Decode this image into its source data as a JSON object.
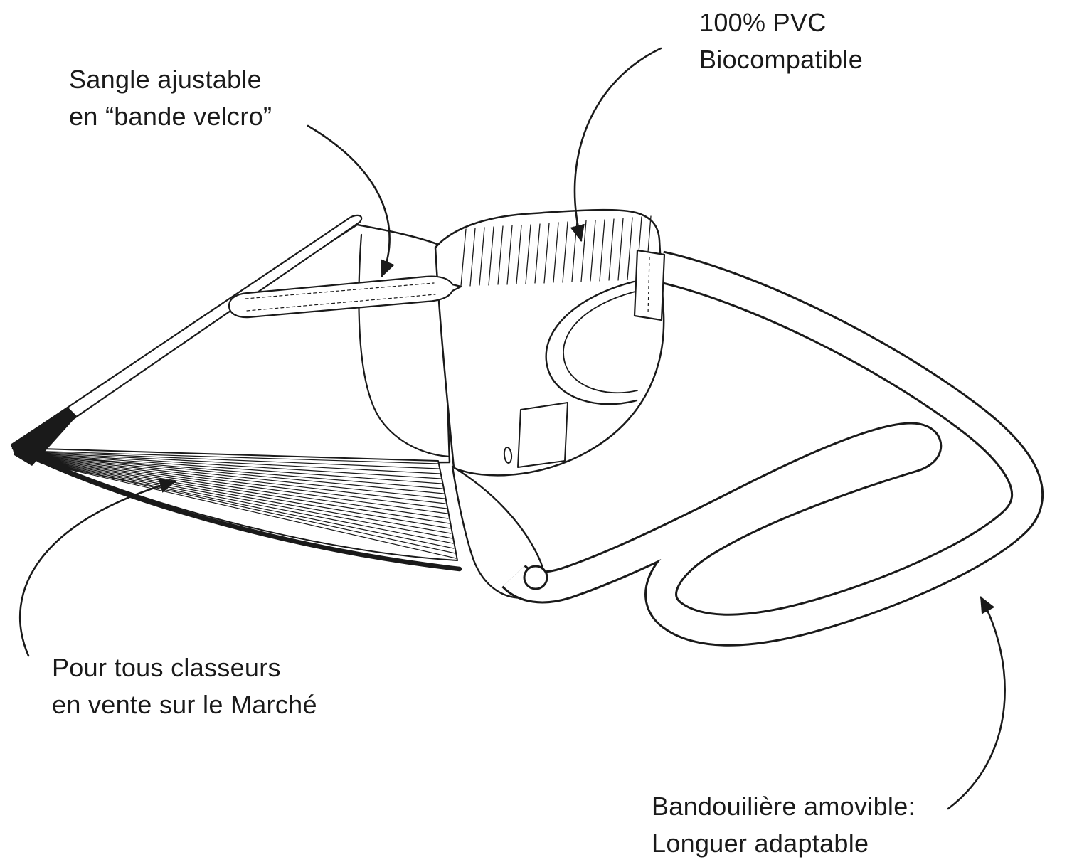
{
  "canvas": {
    "background": "#ffffff",
    "ink": "#1a1a1a"
  },
  "annotations": {
    "velcro_strap": {
      "line1": "Sangle ajustable",
      "line2": "en “bande velcro”"
    },
    "material": {
      "line1": "100% PVC",
      "line2": "Biocompatible"
    },
    "binder_fit": {
      "line1": "Pour tous classeurs",
      "line2": "en vente sur le Marché"
    },
    "shoulder_strap": {
      "line1": "Bandouilière amovible:",
      "line2": "Longuer adaptable"
    }
  },
  "illustration": {
    "subject": "binder-shoulder-bag-line-drawing",
    "parts": [
      "binder-flap",
      "velcro-strap-tab",
      "page-block",
      "pvc-pouch",
      "carry-handle-cutout",
      "snap-button",
      "strap-mount",
      "shoulder-strap"
    ]
  }
}
